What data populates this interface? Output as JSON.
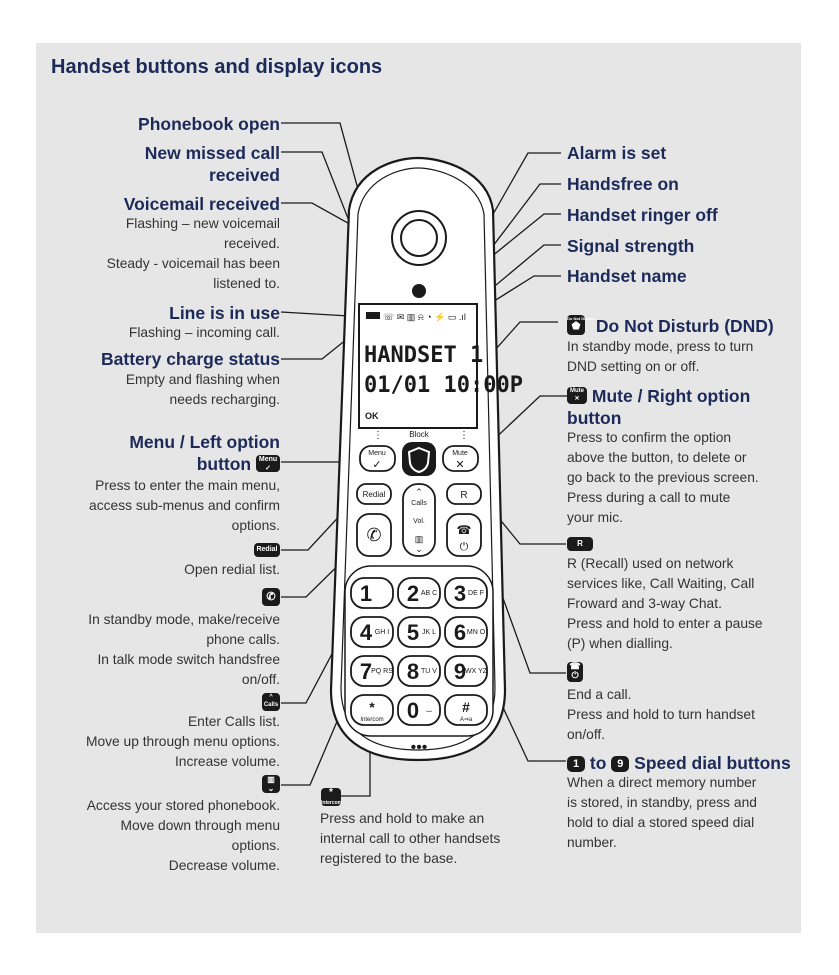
{
  "title": "Handset buttons and display icons",
  "left": {
    "phonebook_open": "Phonebook open",
    "new_missed_call": [
      "New missed call",
      "received"
    ],
    "voicemail": {
      "heading": "Voicemail received",
      "desc": [
        "Flashing – new voicemail",
        "received.",
        "Steady - voicemail has been",
        "listened to."
      ]
    },
    "line_in_use": {
      "heading": "Line is in use",
      "desc": "Flashing – incoming call."
    },
    "battery": {
      "heading": "Battery charge status",
      "desc": [
        "Empty and flashing when",
        "needs recharging."
      ]
    },
    "menu_left": {
      "heading_line1": "Menu / Left option",
      "heading_line2": "button",
      "chip": "Menu",
      "desc": [
        "Press to enter the main menu,",
        "access sub-menus and confirm",
        "options."
      ]
    },
    "redial": {
      "chip": "Redial",
      "desc": "Open redial list."
    },
    "talk": {
      "desc": [
        "In standby mode, make/receive",
        "phone calls.",
        "In talk mode switch handsfree",
        "on/off."
      ]
    },
    "calls": {
      "chip": "Calls",
      "desc": [
        "Enter Calls list.",
        "Move up through menu options.",
        "Increase volume."
      ]
    },
    "phonebook": {
      "desc": [
        "Access your stored phonebook.",
        "Move down through menu",
        "options.",
        "Decrease volume."
      ]
    }
  },
  "bottom": {
    "intercom": {
      "chip": "Intercom",
      "desc": [
        "Press and hold to make an",
        "internal call to other handsets",
        "registered to the base."
      ]
    }
  },
  "right": {
    "alarm": "Alarm is set",
    "handsfree": "Handsfree on",
    "ringer_off": "Handset ringer off",
    "signal": "Signal strength",
    "handset_name": "Handset name",
    "dnd": {
      "chip": "Do Not Disturb",
      "heading": "Do Not Disturb (DND)",
      "desc": [
        "In standby mode, press to turn",
        "DND setting on or off."
      ]
    },
    "mute": {
      "chip": "Mute",
      "heading_line1": "Mute / Right option",
      "heading_line2": "button",
      "desc": [
        "Press to confirm the option",
        "above the button, to delete or",
        "go back to the previous screen.",
        "Press during a call to mute",
        "your mic."
      ]
    },
    "recall": {
      "chip": "R",
      "desc": [
        "R (Recall) used on network",
        "services like,  Call Waiting, Call",
        "Froward and 3-way Chat.",
        "Press and hold to enter a pause",
        "(P) when dialling."
      ]
    },
    "end": {
      "desc": [
        "End a call.",
        "Press and hold to turn handset",
        "on/off."
      ]
    },
    "speed_dial": {
      "chip1": "1",
      "to": "to",
      "chip9": "9",
      "heading": "Speed dial buttons",
      "desc": [
        "When a direct memory number",
        "is stored, in standby, press and",
        "hold to dial a stored speed dial",
        "number."
      ]
    }
  },
  "handset": {
    "screen_line1": "HANDSET    1",
    "screen_line2": "01/01 10:00P",
    "screen_ok": "OK",
    "block_label": "Block",
    "menu_label": "Menu",
    "mute_label": "Mute",
    "redial_label": "Redial",
    "calls_label": "Calls",
    "vol_label": "Vol.",
    "r_label": "R",
    "keys": [
      {
        "digit": "1",
        "letters": ""
      },
      {
        "digit": "2",
        "letters": "AB C"
      },
      {
        "digit": "3",
        "letters": "DE F"
      },
      {
        "digit": "4",
        "letters": "GH I"
      },
      {
        "digit": "5",
        "letters": "JK L"
      },
      {
        "digit": "6",
        "letters": "MN O"
      },
      {
        "digit": "7",
        "letters": "PQ RS"
      },
      {
        "digit": "8",
        "letters": "TU V"
      },
      {
        "digit": "9",
        "letters": "WX YZ"
      },
      {
        "digit": "*",
        "letters": "Intercom"
      },
      {
        "digit": "0",
        "letters": "⌴"
      },
      {
        "digit": "#",
        "letters": "A⇒a"
      }
    ]
  }
}
